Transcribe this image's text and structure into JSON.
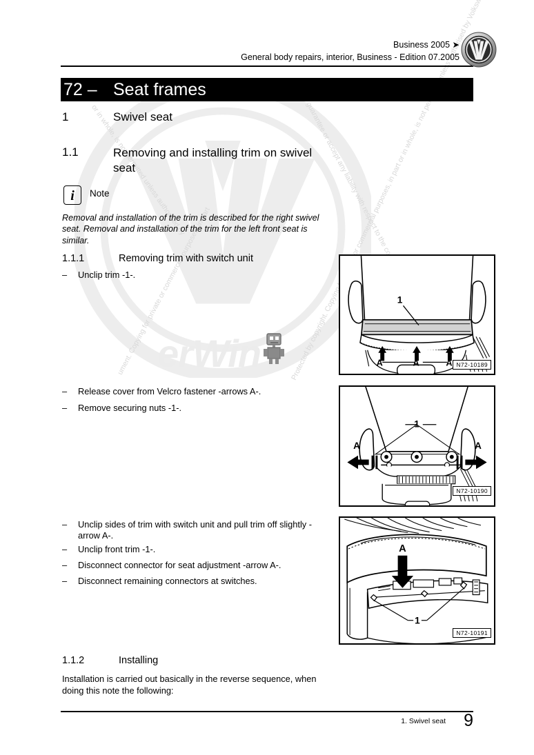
{
  "header": {
    "line1": "Business 2005 ➤",
    "line2": "General body repairs, interior, Business - Edition 07.2005",
    "logo_icon": "vw-logo-icon"
  },
  "title_bar": {
    "chapter_number": "72 –",
    "chapter_name": "Seat frames"
  },
  "sections": {
    "s1": {
      "number": "1",
      "title": "Swivel seat"
    },
    "s1_1": {
      "number": "1.1",
      "title": "Removing and installing trim on swivel seat"
    },
    "s1_1_1": {
      "number": "1.1.1",
      "title": "Removing trim with switch unit"
    },
    "s1_1_2": {
      "number": "1.1.2",
      "title": "Installing"
    }
  },
  "note": {
    "icon": "info-icon",
    "glyph": "i",
    "label": "Note",
    "text": "Removal and installation of the trim is described for the right swivel seat. Removal and installation of the trim for the left front seat is similar."
  },
  "steps_group1": [
    {
      "marker": "–",
      "text": "Unclip trim -1-."
    }
  ],
  "steps_group2": [
    {
      "marker": "–",
      "text": "Release cover from Velcro fastener -arrows A-."
    },
    {
      "marker": "–",
      "text": "Remove securing nuts -1-."
    }
  ],
  "steps_group3": [
    {
      "marker": "–",
      "text": "Unclip sides of trim with switch unit and pull trim off slightly -arrow A-."
    },
    {
      "marker": "–",
      "text": "Unclip front trim -1-."
    },
    {
      "marker": "–",
      "text": "Disconnect connector for seat adjustment -arrow A-."
    },
    {
      "marker": "–",
      "text": "Disconnect remaining connectors at switches."
    }
  ],
  "installing_paragraph": "Installation is carried out basically in the reverse sequence, when doing this note the following:",
  "figures": [
    {
      "id": "N72-10189",
      "caption_labels": {
        "item": "1",
        "arrows": [
          "A",
          "A",
          "A"
        ]
      },
      "alt": "Rear view of swivel seat showing trim -1- and three upward arrows A"
    },
    {
      "id": "N72-10190",
      "caption_labels": {
        "item": "1",
        "arrows": [
          "A",
          "A"
        ]
      },
      "alt": "Underside of seat showing securing nuts -1- and outward arrows A on both sides"
    },
    {
      "id": "N72-10191",
      "caption_labels": {
        "item": "1",
        "arrows": [
          "A"
        ]
      },
      "alt": "Side view of seat with downward arrow A and front trim clips -1-"
    }
  ],
  "footer": {
    "breadcrumb": "1. Swivel seat",
    "page_number": "9"
  },
  "watermark": {
    "brand": "erWin",
    "logo_icon": "vw-logo-watermark-icon",
    "lines": [
      "or in whole, is not permitted unless authorised by",
      "guarantee or accept any liability with respect to the correctness of information in this doc",
      "ument. Copying for private or commercial purposes, in part",
      "Protected by copyright. Copying for private or commercial purposes, in part or in whole, is not permitted unless authorised by Volkswagen AG."
    ]
  },
  "colors": {
    "ink": "#000000",
    "paper": "#ffffff",
    "watermark_gray": "#e8e8e8",
    "figure_fill_gray": "#d0d0d0"
  }
}
